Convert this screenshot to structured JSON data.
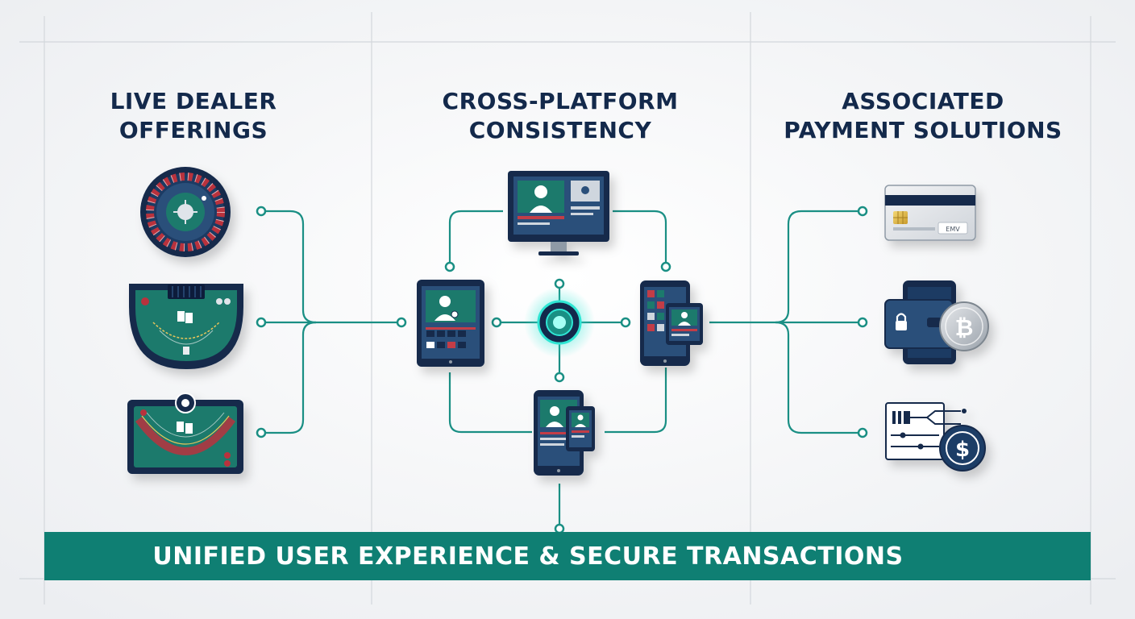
{
  "columns": {
    "left": {
      "title_line1": "LIVE DEALER",
      "title_line2": "OFFERINGS"
    },
    "middle": {
      "title_line1": "CROSS-PLATFORM",
      "title_line2": "CONSISTENCY"
    },
    "right": {
      "title_line1": "ASSOCIATED",
      "title_line2": "PAYMENT SOLUTIONS"
    }
  },
  "footer": {
    "text": "UNIFIED USER EXPERIENCE & SECURE TRANSACTIONS"
  },
  "card": {
    "chip_label": "EMV"
  },
  "icons": {
    "left": [
      "roulette-wheel-icon",
      "blackjack-table-icon",
      "baccarat-table-icon"
    ],
    "middle": [
      "desktop-monitor-icon",
      "tablet-icon",
      "hub-node-icon",
      "smartphone-tablet-icon",
      "phone-tablet-icon"
    ],
    "right": [
      "credit-card-icon",
      "mobile-wallet-bitcoin-icon",
      "payment-gateway-dollar-icon"
    ]
  },
  "colors": {
    "navy": "#13294b",
    "teal": "#0f7f73",
    "line": "#1a8f84",
    "glow": "#2fe6d4",
    "felt": "#1f7a6c",
    "background": "#f4f5f7"
  }
}
